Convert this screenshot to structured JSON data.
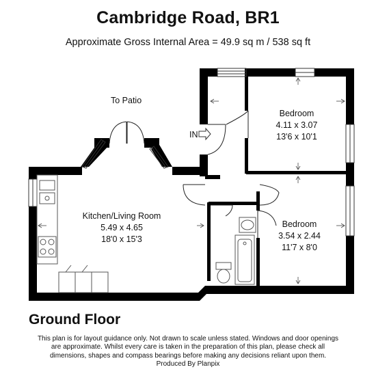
{
  "header": {
    "title": "Cambridge Road, BR1",
    "area": "Approximate Gross Internal Area = 49.9 sq m / 538 sq ft"
  },
  "floor_label": "Ground Floor",
  "rooms": {
    "bedroom1": {
      "name": "Bedroom",
      "metric": "4.11 x 3.07",
      "imperial": "13'6 x 10'1"
    },
    "bedroom2": {
      "name": "Bedroom",
      "metric": "3.54 x 2.44",
      "imperial": "11'7 x 8'0"
    },
    "kitchen": {
      "name": "Kitchen/Living Room",
      "metric": "5.49 x 4.65",
      "imperial": "18'0 x 15'3"
    }
  },
  "labels": {
    "patio": "To Patio",
    "entrance": "IN"
  },
  "disclaimer": {
    "line1": "This plan is for layout guidance only. Not drawn to scale unless stated. Windows and door openings",
    "line2": "are approximate. Whilst every care is taken in the preparation of this plan, please check all",
    "line3": "dimensions, shapes and compass bearings before making any decisions reliant upon them.",
    "line4": "Produced By Planpix"
  },
  "colors": {
    "wall": "#000000",
    "fixture": "#555555",
    "background": "#ffffff"
  }
}
